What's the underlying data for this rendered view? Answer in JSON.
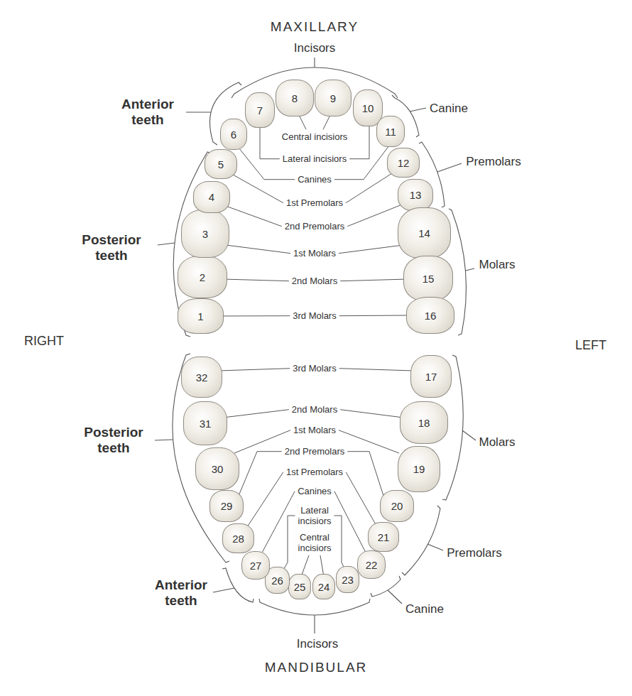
{
  "diagram": {
    "nodes": [
      {
        "text": [
          "1"
        ]
      },
      {
        "text": [
          "2"
        ]
      },
      {
        "text": [
          "3"
        ]
      },
      {
        "text": [
          "4"
        ]
      },
      {
        "text": [
          "5"
        ]
      },
      {
        "text": [
          "6"
        ]
      },
      {
        "text": [
          "7"
        ]
      },
      {
        "text": [
          "8"
        ]
      },
      {
        "text": [
          "9"
        ]
      },
      {
        "text": [
          "10"
        ]
      },
      {
        "text": [
          "11"
        ]
      },
      {
        "text": [
          "12"
        ]
      },
      {
        "text": [
          "13"
        ]
      },
      {
        "text": [
          "14"
        ]
      },
      {
        "text": [
          "15"
        ]
      },
      {
        "text": [
          "16"
        ]
      },
      {
        "text": [
          "17"
        ]
      },
      {
        "text": [
          "18"
        ]
      },
      {
        "text": [
          "19"
        ]
      },
      {
        "text": [
          "20"
        ]
      },
      {
        "text": [
          "21"
        ]
      },
      {
        "text": [
          "22"
        ]
      },
      {
        "text": [
          "23"
        ]
      },
      {
        "text": [
          "24"
        ]
      },
      {
        "text": [
          "25"
        ]
      },
      {
        "text": [
          "26"
        ]
      },
      {
        "text": [
          "27"
        ]
      },
      {
        "text": [
          "28"
        ]
      },
      {
        "text": [
          "29"
        ]
      },
      {
        "text": [
          "30"
        ]
      },
      {
        "text": [
          "31"
        ]
      },
      {
        "text": [
          "32"
        ]
      }
    ],
    "labels": [
      "MAXILLARY",
      "Incisors",
      "Anterior teeth",
      "Canine",
      "Central incisiors",
      "Lateral incisiors",
      "Canines",
      "1st Premolars",
      "2nd Premolars",
      "Premolars",
      "Posterior teeth",
      "1st Molars",
      "Molars",
      "2nd Molars",
      "3rd Molars",
      "RIGHT",
      "LEFT",
      "3rd Molars",
      "2nd Molars",
      "1st Molars",
      "Molars",
      "Posterior teeth",
      "2nd Premolars",
      "1st Premolars",
      "Canines",
      "Lateral incisiors",
      "Central incisiors",
      "Premolars",
      "Anterior teeth",
      "Canine",
      "Incisors",
      "MANDIBULAR"
    ]
  }
}
